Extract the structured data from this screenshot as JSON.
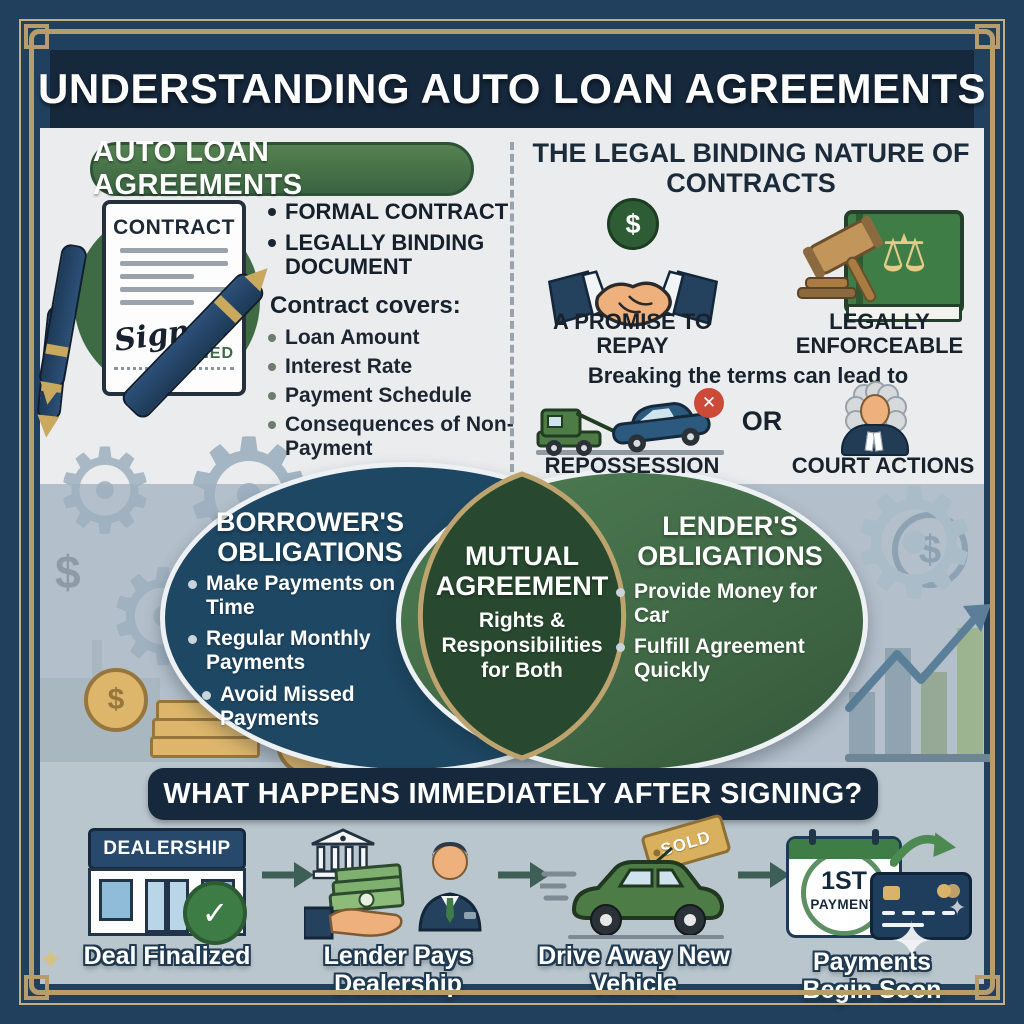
{
  "title": "UNDERSTANDING AUTO LOAN AGREEMENTS",
  "colors": {
    "border_navy": "#20405e",
    "banner_navy": "#16283c",
    "gold_frame": "#b79d6c",
    "band_top": "#eaecee",
    "band_middle": "#b3bfca",
    "band_bottom": "#bac6ce",
    "green_accent": "#3f7d46",
    "venn_navy": "#1e4763",
    "venn_green": "#46734c",
    "lens_green": "#28492f",
    "red_badge": "#cd4a38",
    "coin_gold": "#ddb66b"
  },
  "icons": {
    "gear": "⚙",
    "sparkle": "✦",
    "check": "✓",
    "cross": "✕",
    "dollar": "$",
    "scales": "⚖"
  },
  "auto_loan": {
    "heading": "AUTO LOAN AGREEMENTS",
    "contract": {
      "title": "CONTRACT",
      "signature": "Signed",
      "signed": "SIGNED"
    },
    "bullets": [
      "FORMAL CONTRACT",
      "LEGALLY BINDING DOCUMENT"
    ],
    "covers_heading": "Contract covers:",
    "covers": [
      "Loan Amount",
      "Interest Rate",
      "Payment Schedule",
      "Consequences of Non-Payment"
    ]
  },
  "legal": {
    "heading": "THE LEGAL BINDING NATURE OF CONTRACTS",
    "promise": "A PROMISE TO REPAY",
    "enforceable": "LEGALLY ENFORCEABLE",
    "breaking": "Breaking the terms can lead to",
    "repossession": "REPOSSESSION",
    "or": "OR",
    "court": "COURT ACTIONS"
  },
  "venn": {
    "borrower": {
      "heading": "BORROWER'S OBLIGATIONS",
      "items": [
        "Make Payments on Time",
        "Regular Monthly Payments",
        "Avoid Missed Payments"
      ]
    },
    "mutual": {
      "heading": "MUTUAL AGREEMENT",
      "subtext": "Rights & Responsibilities for Both"
    },
    "lender": {
      "heading": "LENDER'S OBLIGATIONS",
      "items": [
        "Provide Money for Car",
        "Fulfill Agreement Quickly"
      ]
    }
  },
  "timeline": {
    "heading": "WHAT HAPPENS IMMEDIATELY AFTER SIGNING?",
    "steps": [
      {
        "sign": "DEALERSHIP",
        "label": "Deal Finalized"
      },
      {
        "label": "Lender Pays Dealership"
      },
      {
        "tag": "SOLD",
        "label": "Drive Away New Vehicle"
      },
      {
        "calendar_top": "1ST",
        "calendar_bottom": "PAYMENT",
        "label": "Payments Begin Soon"
      }
    ]
  }
}
